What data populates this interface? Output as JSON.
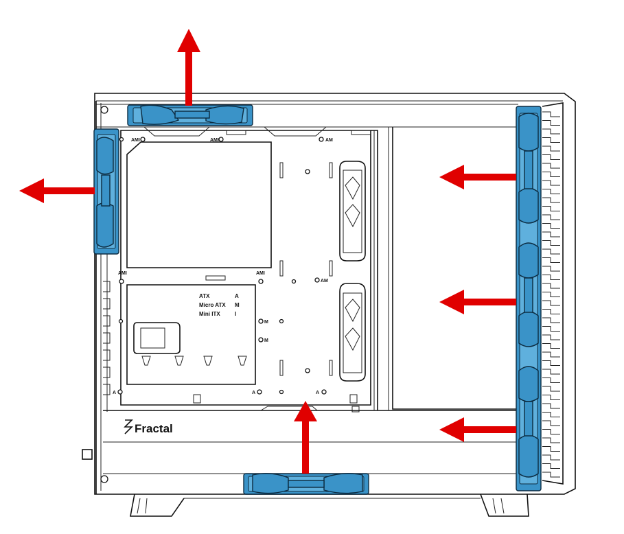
{
  "brand": {
    "name": "Fractal"
  },
  "motherboard_legend": [
    {
      "form_factor": "ATX",
      "code": "A"
    },
    {
      "form_factor": "Micro ATX",
      "code": "M"
    },
    {
      "form_factor": "Mini ITX",
      "code": "I"
    }
  ],
  "standoff_labels": {
    "ami": "AMI",
    "am": "AM",
    "a": "A",
    "m": "M"
  },
  "colors": {
    "fan": "#3a93c8",
    "arrow": "#e00000",
    "outline": "#111111"
  },
  "airflow_arrows": [
    {
      "name": "top-exhaust",
      "direction": "up"
    },
    {
      "name": "rear-exhaust",
      "direction": "left"
    },
    {
      "name": "front-intake-upper",
      "direction": "left"
    },
    {
      "name": "front-intake-middle",
      "direction": "left"
    },
    {
      "name": "front-intake-lower",
      "direction": "left"
    },
    {
      "name": "bottom-intake",
      "direction": "up"
    }
  ],
  "fans": [
    {
      "name": "top-fan",
      "orientation": "horizontal"
    },
    {
      "name": "rear-fan",
      "orientation": "vertical"
    },
    {
      "name": "front-fan",
      "orientation": "vertical"
    },
    {
      "name": "bottom-fan",
      "orientation": "horizontal"
    }
  ]
}
